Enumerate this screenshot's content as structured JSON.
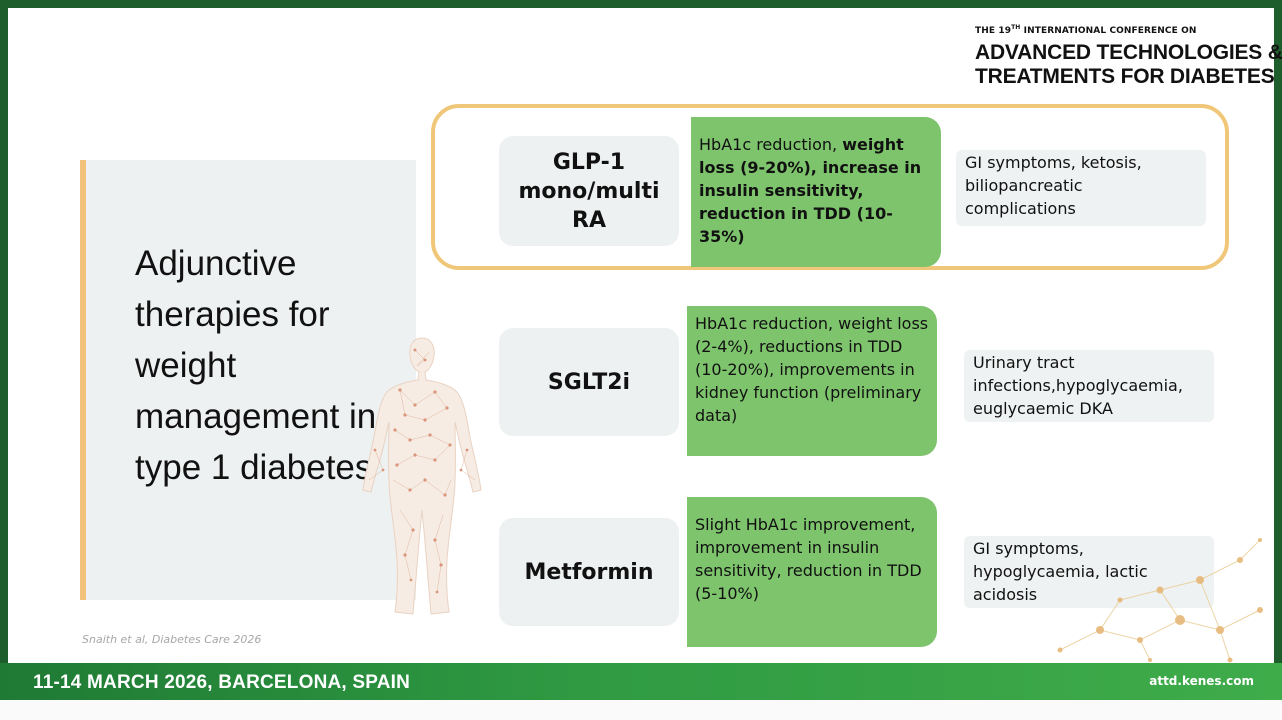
{
  "conference": {
    "edition": "THE 19TH INTERNATIONAL CONFERENCE ON",
    "title_line1": "ADVANCED TECHNOLOGIES &",
    "title_line2": "TREATMENTS FOR DIABETES"
  },
  "slide": {
    "title": "Adjunctive therapies for weight management in type 1 diabetes",
    "citation": "Snaith et al, Diabetes Care 2026"
  },
  "therapies": [
    {
      "name": "GLP-1 mono/multi RA",
      "benefits_plain": "HbA1c reduction, ",
      "benefits_bold": "weight loss (9-20%), increase in insulin sensitivity, reduction in TDD (10-35%)",
      "risks": "GI symptoms, ketosis, biliopancreatic complications"
    },
    {
      "name": "SGLT2i",
      "benefits_plain": "HbA1c reduction, weight loss (2-4%), reductions in TDD (10-20%), improvements in kidney function (preliminary data)",
      "risks": "Urinary tract infections,hypoglycaemia, euglycaemic DKA"
    },
    {
      "name": "Metformin",
      "benefits_plain": "Slight HbA1c improvement, improvement in insulin sensitivity, reduction in TDD (5-10%)",
      "risks": "GI symptoms, hypoglycaemia, lactic acidosis"
    }
  ],
  "footer": {
    "dates_location": "11-14 MARCH 2026, BARCELONA, SPAIN",
    "website": "attd.kenes.com"
  },
  "colors": {
    "frame_green": "#1e5d2c",
    "benefit_green": "#7dc46c",
    "highlight_orange": "#f0c779",
    "panel_gray": "#eef1f1",
    "footer_green": "#2f9a42"
  }
}
